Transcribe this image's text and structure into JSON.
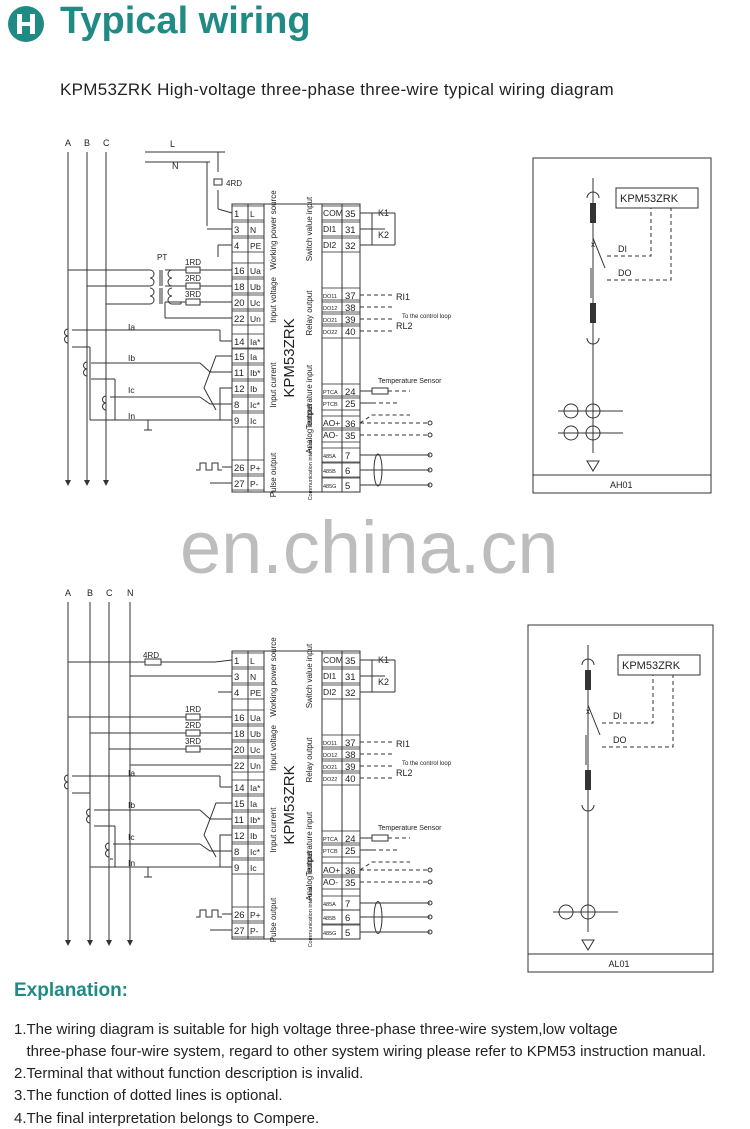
{
  "header": {
    "title": "Typical wiring"
  },
  "diagram": {
    "subtitle": "KPM53ZRK High-voltage three-phase three-wire typical wiring diagram",
    "device_name": "KPM53ZRK",
    "top": {
      "phases": [
        "A",
        "B",
        "C"
      ],
      "aux": {
        "L": "L",
        "N": "N",
        "fuse": "4RD",
        "pt": "PT",
        "fuses": [
          "1RD",
          "2RD",
          "3RD"
        ],
        "currents": [
          "Ia",
          "Ib",
          "Ic",
          "In"
        ]
      },
      "panel_label": "AH01"
    },
    "bottom": {
      "phases": [
        "A",
        "B",
        "C",
        "N"
      ],
      "aux": {
        "fuse": "4RD",
        "fuses": [
          "1RD",
          "2RD",
          "3RD"
        ],
        "currents": [
          "Ia",
          "Ib",
          "Ic",
          "In"
        ]
      },
      "panel_label": "AL01"
    },
    "left_terminals": [
      {
        "num": "1",
        "sig": "L"
      },
      {
        "num": "3",
        "sig": "N"
      },
      {
        "num": "4",
        "sig": "PE"
      },
      {
        "num": "16",
        "sig": "Ua"
      },
      {
        "num": "18",
        "sig": "Ub"
      },
      {
        "num": "20",
        "sig": "Uc"
      },
      {
        "num": "22",
        "sig": "Un"
      },
      {
        "num": "14",
        "sig": "Ia*"
      },
      {
        "num": "15",
        "sig": "Ia"
      },
      {
        "num": "11",
        "sig": "Ib*"
      },
      {
        "num": "12",
        "sig": "Ib"
      },
      {
        "num": "8",
        "sig": "Ic*"
      },
      {
        "num": "9",
        "sig": "Ic"
      },
      {
        "num": "26",
        "sig": "P+"
      },
      {
        "num": "27",
        "sig": "P-"
      }
    ],
    "right_terminals": [
      {
        "sig": "COM",
        "num": "35"
      },
      {
        "sig": "DI1",
        "num": "31"
      },
      {
        "sig": "DI2",
        "num": "32"
      },
      {
        "sig": "DO11",
        "num": "37"
      },
      {
        "sig": "DO12",
        "num": "38"
      },
      {
        "sig": "DO21",
        "num": "39"
      },
      {
        "sig": "DO22",
        "num": "40"
      },
      {
        "sig": "PTCA",
        "num": "24"
      },
      {
        "sig": "PTCB",
        "num": "25"
      },
      {
        "sig": "AO+",
        "num": "36"
      },
      {
        "sig": "AO-",
        "num": "35"
      },
      {
        "sig": "485A",
        "num": "7"
      },
      {
        "sig": "485B",
        "num": "6"
      },
      {
        "sig": "485G",
        "num": "5"
      }
    ],
    "left_groups": [
      "Working power source",
      "Input voltage",
      "Input current",
      "Pulse output"
    ],
    "right_groups": [
      "Switch value input",
      "Relay output",
      "Temperature input",
      "Analog output",
      "Communication interface"
    ],
    "k_labels": [
      "K1",
      "K2"
    ],
    "relay_labels": [
      "RI1",
      "RL2"
    ],
    "relay_labels_bottom": [
      "RI1",
      "RL2"
    ],
    "control_loop": "To the control loop",
    "temp_sensor": "Temperature Sensor",
    "di_label": "DI",
    "do_label": "DO"
  },
  "watermark": "en.china.cn",
  "explanation": {
    "heading": "Explanation:",
    "lines": [
      "1.The wiring diagram is suitable for high voltage three-phase three-wire system,low voltage",
      "   three-phase four-wire system, regard to other system wiring please refer to KPM53 instruction manual.",
      "2.Terminal that without function description is invalid.",
      "3.The function of dotted lines is optional.",
      "4.The final interpretation belongs to Compere."
    ]
  },
  "colors": {
    "accent": "#1f8b84",
    "line": "#333333",
    "watermark": "#bdbdbd"
  }
}
